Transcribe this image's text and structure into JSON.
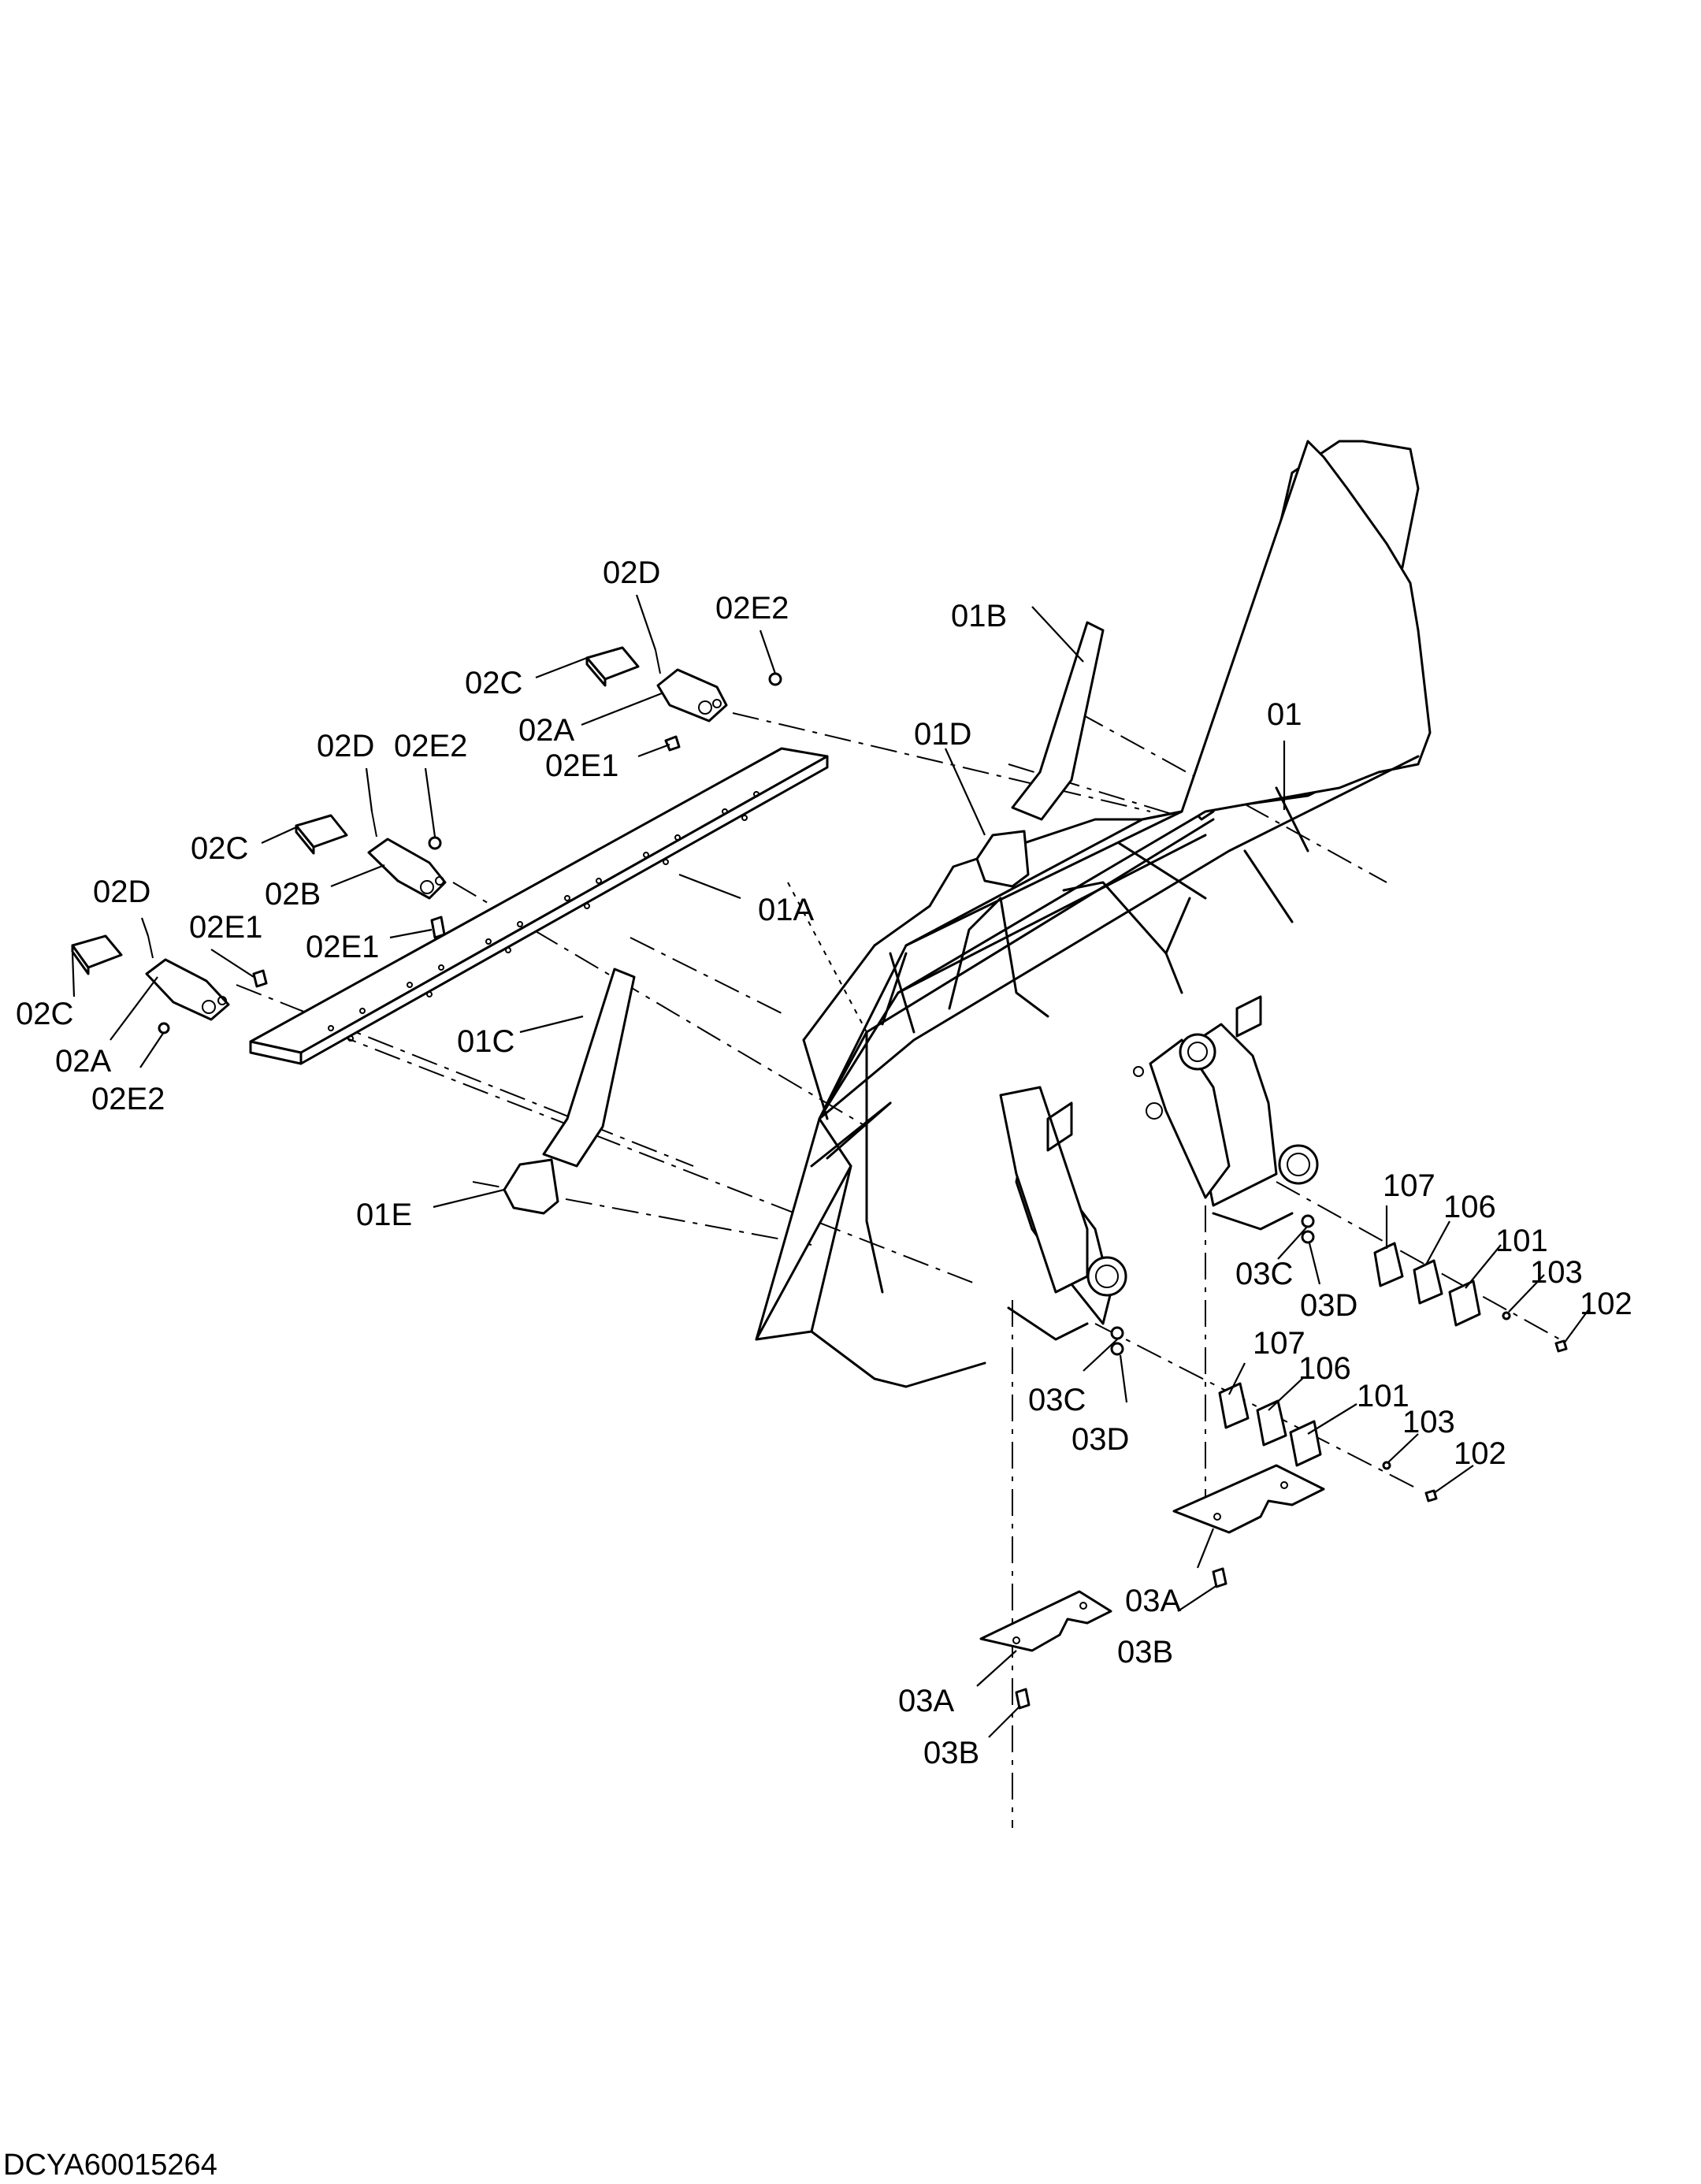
{
  "drawing_code": "DCYA60015264",
  "callouts": [
    {
      "id": "c-02D-a",
      "text": "02D"
    },
    {
      "id": "c-02E2-a",
      "text": "02E2"
    },
    {
      "id": "c-02C-a",
      "text": "02C"
    },
    {
      "id": "c-02A-a",
      "text": "02A"
    },
    {
      "id": "c-02E1-a",
      "text": "02E1"
    },
    {
      "id": "c-01B",
      "text": "01B"
    },
    {
      "id": "c-01D",
      "text": "01D"
    },
    {
      "id": "c-01",
      "text": "01"
    },
    {
      "id": "c-02D-b",
      "text": "02D"
    },
    {
      "id": "c-02E2-b",
      "text": "02E2"
    },
    {
      "id": "c-02C-b",
      "text": "02C"
    },
    {
      "id": "c-02B",
      "text": "02B"
    },
    {
      "id": "c-02E1-b",
      "text": "02E1"
    },
    {
      "id": "c-01A",
      "text": "01A"
    },
    {
      "id": "c-02D-c",
      "text": "02D"
    },
    {
      "id": "c-02E1-c",
      "text": "02E1"
    },
    {
      "id": "c-02C-c",
      "text": "02C"
    },
    {
      "id": "c-02A-c",
      "text": "02A"
    },
    {
      "id": "c-02E2-c",
      "text": "02E2"
    },
    {
      "id": "c-01C",
      "text": "01C"
    },
    {
      "id": "c-01E",
      "text": "01E"
    },
    {
      "id": "c-107-a",
      "text": "107"
    },
    {
      "id": "c-106-a",
      "text": "106"
    },
    {
      "id": "c-101-a",
      "text": "101"
    },
    {
      "id": "c-103-a",
      "text": "103"
    },
    {
      "id": "c-102-a",
      "text": "102"
    },
    {
      "id": "c-03C-a",
      "text": "03C"
    },
    {
      "id": "c-03D-a",
      "text": "03D"
    },
    {
      "id": "c-03C-b",
      "text": "03C"
    },
    {
      "id": "c-03D-b",
      "text": "03D"
    },
    {
      "id": "c-107-b",
      "text": "107"
    },
    {
      "id": "c-106-b",
      "text": "106"
    },
    {
      "id": "c-101-b",
      "text": "101"
    },
    {
      "id": "c-103-b",
      "text": "103"
    },
    {
      "id": "c-102-b",
      "text": "102"
    },
    {
      "id": "c-03A-a",
      "text": "03A"
    },
    {
      "id": "c-03B-a",
      "text": "03B"
    },
    {
      "id": "c-03A-b",
      "text": "03A"
    },
    {
      "id": "c-03B-b",
      "text": "03B"
    }
  ]
}
